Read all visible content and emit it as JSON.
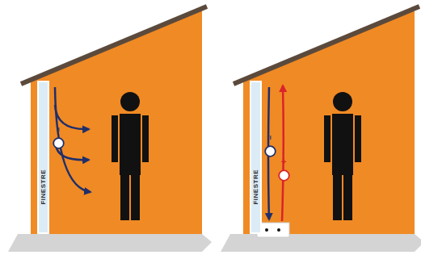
{
  "diagram": {
    "nodes": [
      {
        "text": [
          "FINESTRE"
        ]
      },
      {
        "text": [
          "−"
        ],
        "in": 0
      },
      {
        "text": [
          "FINESTRE"
        ]
      },
      {
        "text": [
          "−"
        ],
        "in": 2
      },
      {
        "text": [
          "+"
        ],
        "in": 2
      }
    ]
  }
}
